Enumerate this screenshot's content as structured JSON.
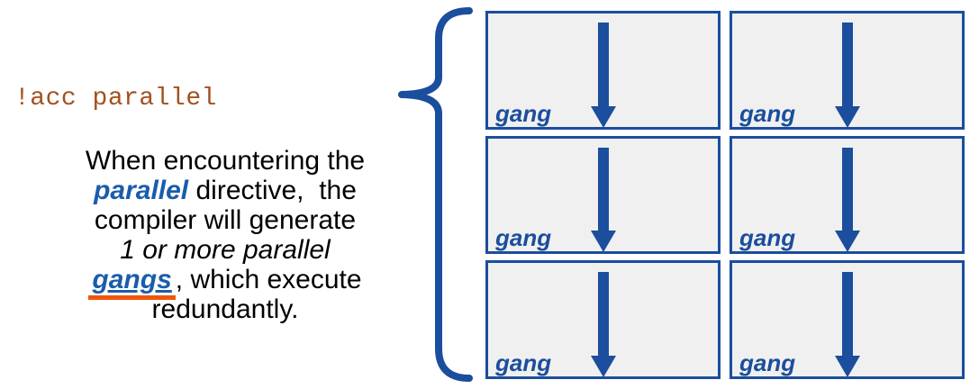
{
  "code_label": {
    "text": "!acc parallel"
  },
  "description": {
    "line1": "When encountering the",
    "line2_emphasis": "parallel",
    "line2_rest": " directive,  the",
    "line3": "compiler will generate",
    "line4_italic": "1 or more parallel",
    "line5_gangs": "gangs",
    "line5_rest": ", which execute",
    "line6": "redundantly."
  },
  "diagram": {
    "rows": 3,
    "columns": 2,
    "gang_boxes": [
      {
        "label": "gang"
      },
      {
        "label": "gang"
      },
      {
        "label": "gang"
      },
      {
        "label": "gang"
      },
      {
        "label": "gang"
      },
      {
        "label": "gang"
      }
    ]
  },
  "icons": {
    "brace": "curly-brace-icon",
    "arrow": "down-arrow-icon"
  },
  "colors": {
    "diagram_blue": "#1B4E9C",
    "emphasis_blue": "#1A5CAD",
    "code_text_brown": "#A3511F",
    "underline_orange": "#EF560D",
    "box_fill_gray": "#F0F0F1",
    "body_text": "#000000",
    "background": "#FFFFFF"
  }
}
